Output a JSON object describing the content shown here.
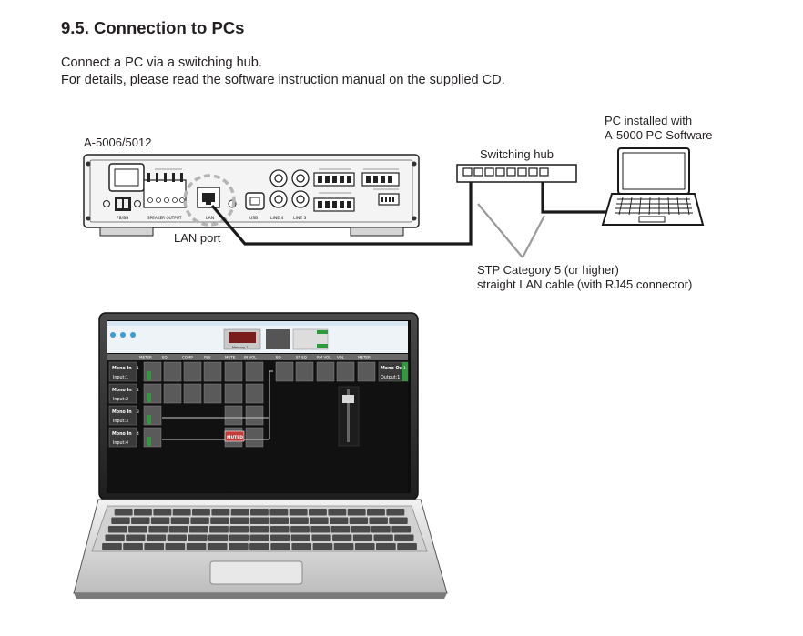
{
  "section": {
    "title": "9.5. Connection to PCs",
    "lines": [
      "Connect a PC via a switching hub.",
      "For details, please read the software instruction manual on the supplied CD."
    ]
  },
  "diagram": {
    "amp_model": "A-5006/5012",
    "lan_port": "LAN port",
    "hub": "Switching hub",
    "pc_line1": "PC installed with",
    "pc_line2": "A-5000 PC Software",
    "cable_line1": "STP Category 5 (or higher)",
    "cable_line2": "straight LAN cable (with RJ45 connector)",
    "panel_labels": {
      "fb_sb": "FB/BB",
      "speaker": "SPEAKER OUTPUT",
      "lan": "LAN",
      "usb": "USB",
      "line4": "LINE 4",
      "line3": "LINE 3"
    }
  },
  "software": {
    "columns": [
      "METER",
      "EQ",
      "COMP",
      "FBS",
      "MUTE",
      "IN VOL",
      "EQ",
      "SP EQ",
      "RM VOL",
      "VOL",
      "METER"
    ],
    "inputs": [
      {
        "name": "Mono In",
        "num": "1",
        "sub": "Input:1"
      },
      {
        "name": "Mono In",
        "num": "2",
        "sub": "Input:2"
      },
      {
        "name": "Mono In",
        "num": "3",
        "sub": "Input:3"
      },
      {
        "name": "Mono In",
        "num": "4",
        "sub": "Input:4"
      }
    ],
    "output": {
      "name": "Mono Out",
      "num": "1",
      "sub": "Output:1"
    },
    "muted_label": "MUTED",
    "memory_label": "Memory 1"
  },
  "colors": {
    "accent_green": "#2d9a3c",
    "panel_dark": "#3a3a3a",
    "cable": "#1a1a1a",
    "gray_line": "#9a9a9a"
  }
}
